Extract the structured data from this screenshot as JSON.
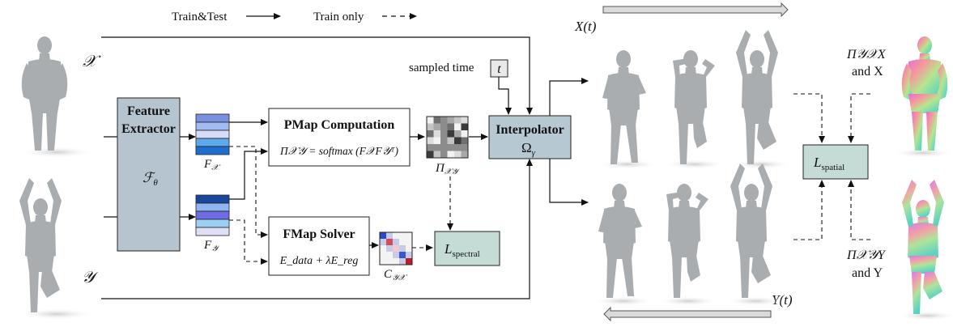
{
  "legend": {
    "solid_label": "Train&Test",
    "dashed_label": "Train only"
  },
  "inputs": {
    "shape_x": "𝒳",
    "shape_y": "𝒴"
  },
  "feature_extractor": {
    "title_line1": "Feature",
    "title_line2": "Extractor",
    "symbol": "ℱ",
    "symbol_sub": "θ",
    "fill": "#b6c4cf"
  },
  "features": {
    "fx_label": "F",
    "fx_sub": "𝒳",
    "fy_label": "F",
    "fy_sub": "𝒴",
    "fx_colors": [
      "#7b8fe0",
      "#9fbdf2",
      "#d7dbf7",
      "#5ea8ec",
      "#1e6fcf"
    ],
    "fy_colors": [
      "#18479d",
      "#8fb6ef",
      "#6d6ce4",
      "#9bd0f1",
      "#dfe0f8"
    ]
  },
  "pmap": {
    "title": "PMap Computation",
    "formula": "Π𝒳𝒴 = softmax (F𝒳F𝒴ᵀ)",
    "matrix_label": "Π",
    "matrix_sub": "𝒳𝒴"
  },
  "fmap": {
    "title": "FMap Solver",
    "formula": "E_data + λE_reg",
    "matrix_label": "C",
    "matrix_sub": "𝒴𝒳"
  },
  "sampled_time": {
    "label": "sampled time",
    "var": "t"
  },
  "interpolator": {
    "title": "Interpolator",
    "symbol": "Ω",
    "symbol_sub": "γ",
    "fill": "#b6c9d2"
  },
  "losses": {
    "spectral": "L",
    "spectral_sub": "spectral",
    "spatial": "L",
    "spatial_sub": "spatial",
    "fill": "#c5dcd6"
  },
  "sequences": {
    "top_label": "X(t)",
    "bottom_label": "Y(t)"
  },
  "results": {
    "top_line1": "Π𝒴𝒳X",
    "top_line2": "and X",
    "bottom_line1": "Π𝒳𝒴Y",
    "bottom_line2": "and Y"
  }
}
